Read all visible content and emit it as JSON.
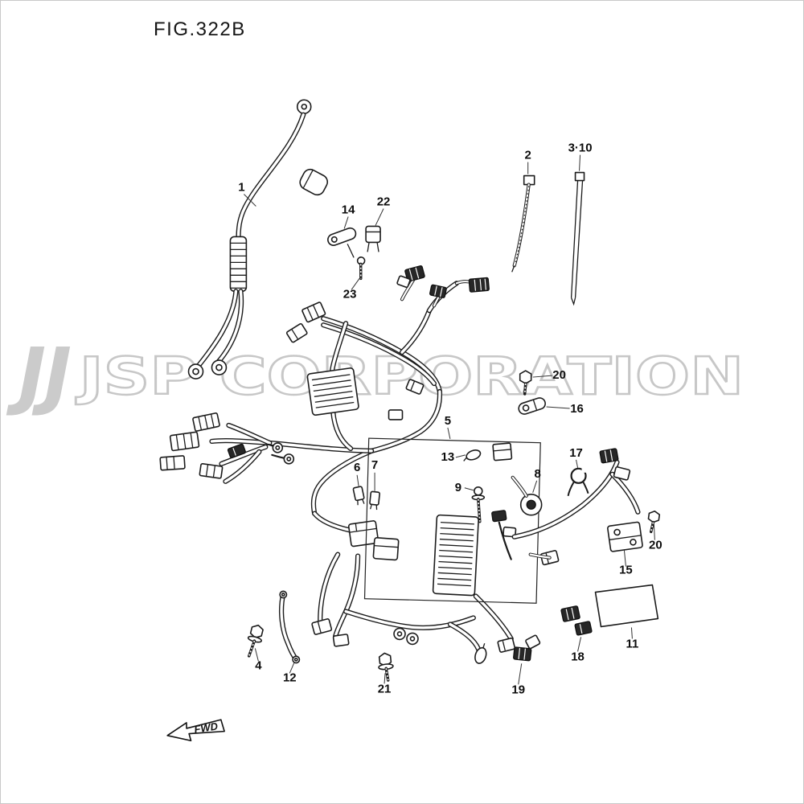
{
  "figure": {
    "title": "FIG.322B"
  },
  "watermark": {
    "logo_letter": "J",
    "text": "JSP CORPORATION"
  },
  "fwd": {
    "label": "FWD"
  },
  "callouts": {
    "p1": "1",
    "p2": "2",
    "p3_10": "3·10",
    "p4": "4",
    "p5": "5",
    "p6": "6",
    "p7": "7",
    "p8": "8",
    "p9": "9",
    "p11": "11",
    "p12": "12",
    "p13": "13",
    "p14": "14",
    "p15": "15",
    "p16": "16",
    "p17": "17",
    "p18": "18",
    "p19": "19",
    "p20a": "20",
    "p20b": "20",
    "p21": "21",
    "p22": "22",
    "p23": "23"
  }
}
